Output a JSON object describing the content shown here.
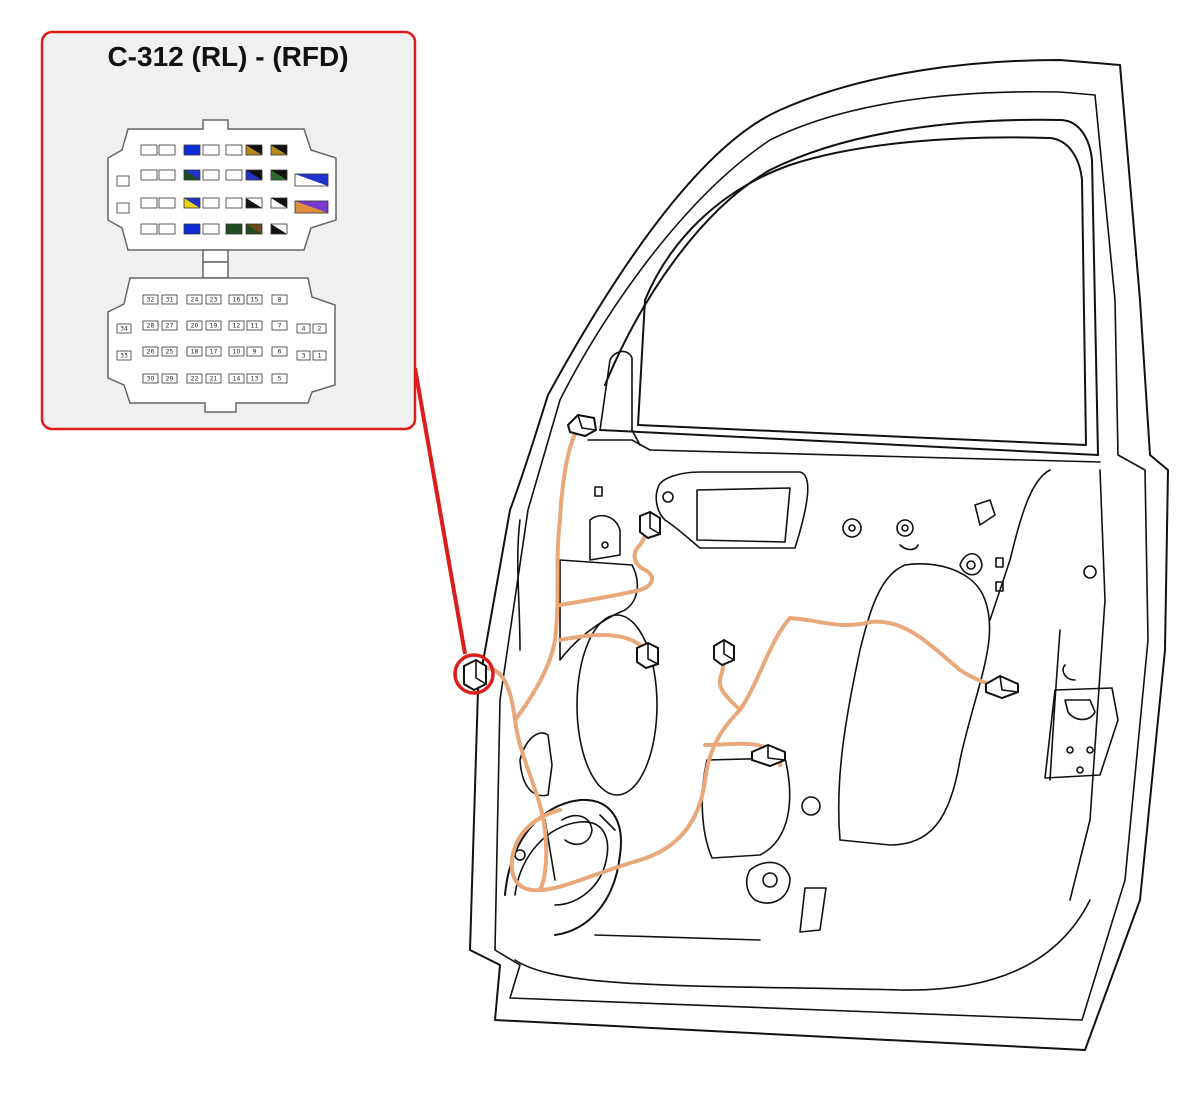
{
  "connector": {
    "title": "C-312 (RL) -  (RFD)",
    "frame_color": "#dd1c1c",
    "panel_color": "#f0f0f0",
    "upper_rows": [
      [
        "white",
        "white",
        "#0b2bd6",
        "white",
        "white",
        "gold-black",
        "gold-black"
      ],
      [
        "white",
        "white",
        "darkgreen-blue",
        "white",
        "white",
        "blue-black",
        "green-black"
      ],
      [
        "white",
        "white",
        "yellow-blue",
        "white",
        "white",
        "black-white",
        "white-black"
      ],
      [
        "white",
        "white",
        "#0b2bd6",
        "white",
        "darkgreen",
        "darkgreen-brown",
        "black-white"
      ]
    ],
    "upper_side": {
      "left": [
        "white",
        "white"
      ],
      "right": [
        "white-blue",
        "orange-purple"
      ]
    },
    "lower_pins": {
      "rows": [
        [
          "32",
          "31",
          "24",
          "23",
          "16",
          "15",
          "8"
        ],
        [
          "28",
          "27",
          "20",
          "19",
          "12",
          "11",
          "7"
        ],
        [
          "26",
          "25",
          "18",
          "17",
          "10",
          "9",
          "6"
        ],
        [
          "30",
          "29",
          "22",
          "21",
          "14",
          "13",
          "5"
        ]
      ],
      "left": [
        "34",
        "33"
      ],
      "right": [
        [
          "4",
          "2"
        ],
        [
          "3",
          "1"
        ]
      ]
    }
  },
  "wiring": {
    "wire_color": "#e8a87a",
    "callout_color": "#dd1c1c"
  }
}
